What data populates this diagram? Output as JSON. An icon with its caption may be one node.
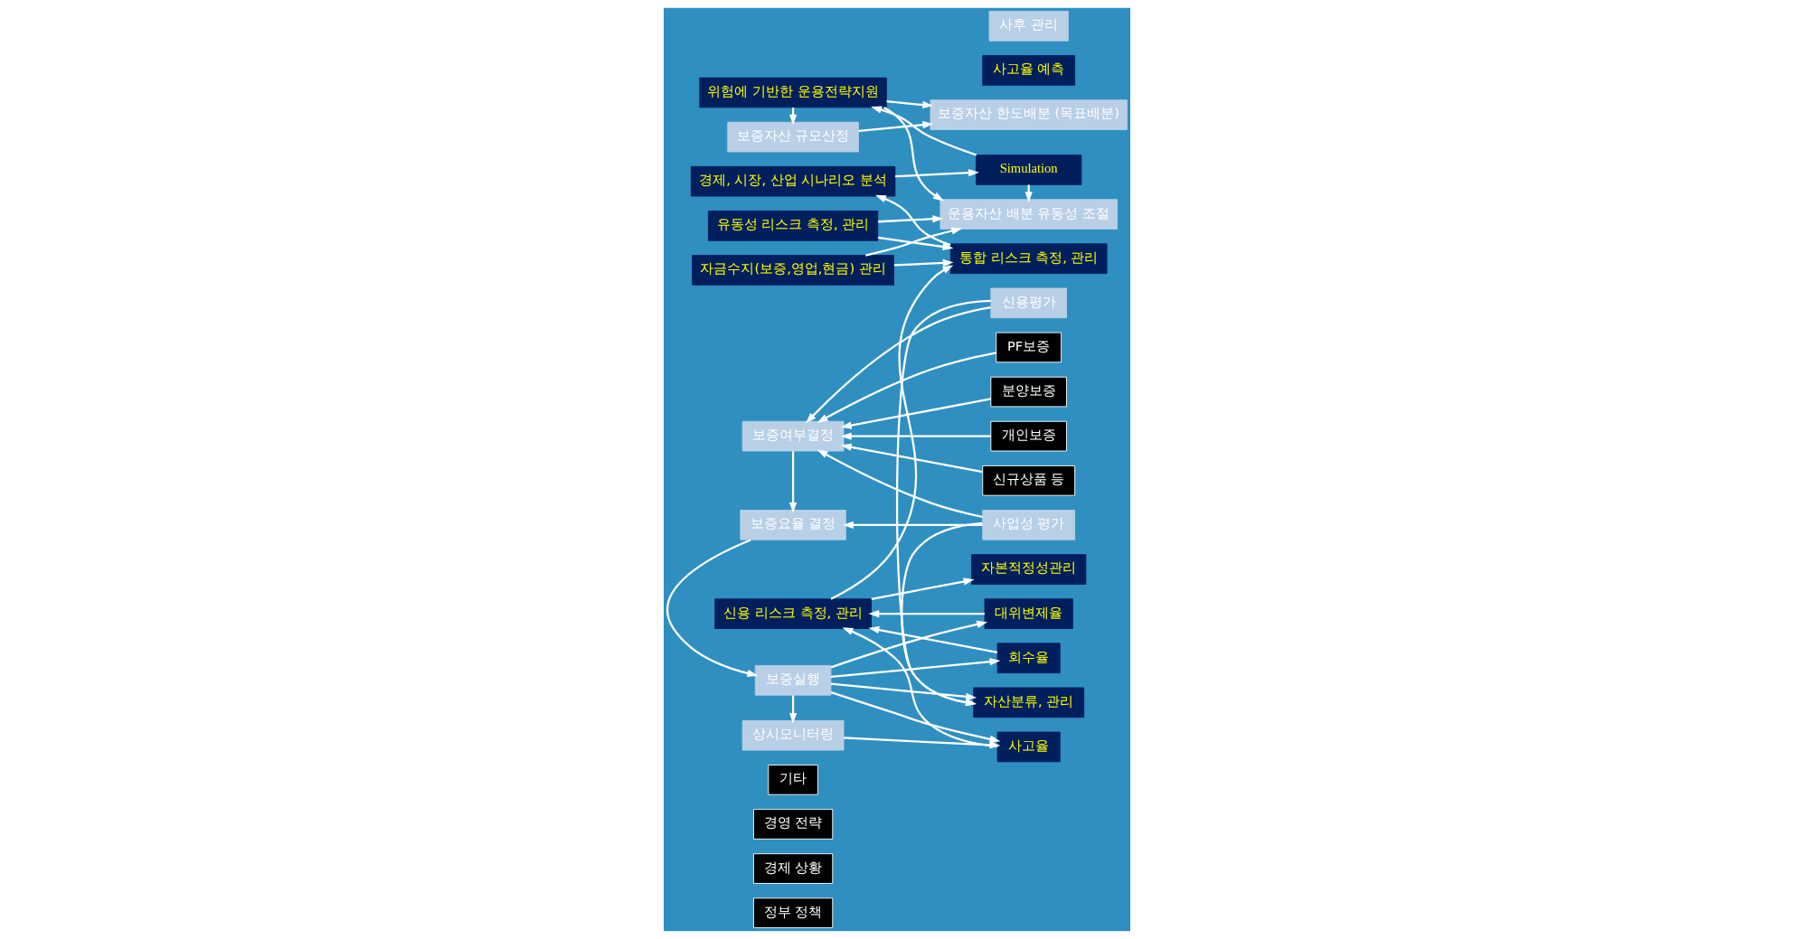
{
  "diagram": {
    "nodes": [
      {
        "text": [
          "정부 정책"
        ]
      },
      {
        "text": [
          "경제 상황"
        ]
      },
      {
        "text": [
          "경영 전략"
        ]
      },
      {
        "text": [
          "기타"
        ]
      },
      {
        "text": [
          "보증자산 규모산정"
        ]
      },
      {
        "text": [
          "보증자산 한도배분 (목표배분)"
        ]
      },
      {
        "text": [
          "PF보증"
        ]
      },
      {
        "text": [
          "분양보증"
        ]
      },
      {
        "text": [
          "개인보증"
        ]
      },
      {
        "text": [
          "신규상품 등"
        ]
      },
      {
        "text": [
          "신용평가"
        ]
      },
      {
        "text": [
          "보증여부결정"
        ]
      },
      {
        "text": [
          "사업성 평가"
        ]
      },
      {
        "text": [
          "보증요율 결정"
        ]
      },
      {
        "text": [
          "자산분류, 관리"
        ]
      },
      {
        "text": [
          "보증실행"
        ]
      },
      {
        "text": [
          "상시모니터링"
        ]
      },
      {
        "text": [
          "자본적정성관리"
        ]
      },
      {
        "text": [
          "사고율 예측"
        ]
      },
      {
        "text": [
          "사고율"
        ]
      },
      {
        "text": [
          "대위변제율"
        ]
      },
      {
        "text": [
          "회수율"
        ]
      },
      {
        "text": [
          "위험에 기반한 운용전략지원"
        ]
      },
      {
        "text": [
          "사후 관리"
        ]
      },
      {
        "text": [
          "운용자산 배분 유동성 조절"
        ]
      },
      {
        "text": [
          "신용 리스크 측정, 관리"
        ]
      },
      {
        "text": [
          "유동성 리스크 측정, 관리"
        ]
      },
      {
        "text": [
          "통합 리스크 측정, 관리"
        ]
      },
      {
        "text": [
          "자금수지(보증,영업,현금) 관리"
        ]
      },
      {
        "text": [
          "Simulation"
        ]
      },
      {
        "text": [
          "경제, 시장, 산업 시나리오 분석"
        ]
      }
    ],
    "edges": [
      {
        "from": 4,
        "to": 5,
        "arrow": "to"
      },
      {
        "from": 6,
        "to": 11,
        "arrow": "to"
      },
      {
        "from": 7,
        "to": 11,
        "arrow": "to"
      },
      {
        "from": 8,
        "to": 11,
        "arrow": "to"
      },
      {
        "from": 9,
        "to": 11,
        "arrow": "to"
      },
      {
        "from": 10,
        "to": 11,
        "arrow": "to"
      },
      {
        "from": 12,
        "to": 11,
        "arrow": "to"
      },
      {
        "from": 12,
        "to": 13,
        "arrow": "to"
      },
      {
        "from": 11,
        "to": 13,
        "arrow": "to"
      },
      {
        "from": 13,
        "to": 15,
        "arrow": "to"
      },
      {
        "from": 10,
        "to": 14,
        "arrow": "to"
      },
      {
        "from": 12,
        "to": 14,
        "arrow": "to"
      },
      {
        "from": 15,
        "to": 14,
        "arrow": "to"
      },
      {
        "from": 15,
        "to": 16,
        "arrow": "to"
      },
      {
        "from": 15,
        "to": 19,
        "arrow": "to"
      },
      {
        "from": 16,
        "to": 19,
        "arrow": "to"
      },
      {
        "from": 15,
        "to": 20,
        "arrow": "to"
      },
      {
        "from": 15,
        "to": 21,
        "arrow": "to"
      },
      {
        "from": 19,
        "to": 25,
        "arrow": "to"
      },
      {
        "from": 20,
        "to": 25,
        "arrow": "to"
      },
      {
        "from": 21,
        "to": 25,
        "arrow": "to"
      },
      {
        "from": 22,
        "to": 4,
        "arrow": "to"
      },
      {
        "from": 22,
        "to": 5,
        "arrow": "to"
      },
      {
        "from": 22,
        "to": 24,
        "arrow": "to"
      },
      {
        "from": 29,
        "to": 22,
        "arrow": "to"
      },
      {
        "from": 29,
        "to": 24,
        "arrow": "to"
      },
      {
        "from": 25,
        "to": 17,
        "arrow": "to"
      },
      {
        "from": 26,
        "to": 24,
        "arrow": "to"
      },
      {
        "from": 28,
        "to": 24,
        "arrow": "to"
      },
      {
        "from": 25,
        "to": 27,
        "arrow": "to"
      },
      {
        "from": 26,
        "to": 27,
        "arrow": "to"
      },
      {
        "from": 28,
        "to": 27,
        "arrow": "to"
      },
      {
        "from": 27,
        "to": 30,
        "arrow": "to"
      },
      {
        "from": 30,
        "to": 29,
        "arrow": "to"
      }
    ]
  }
}
